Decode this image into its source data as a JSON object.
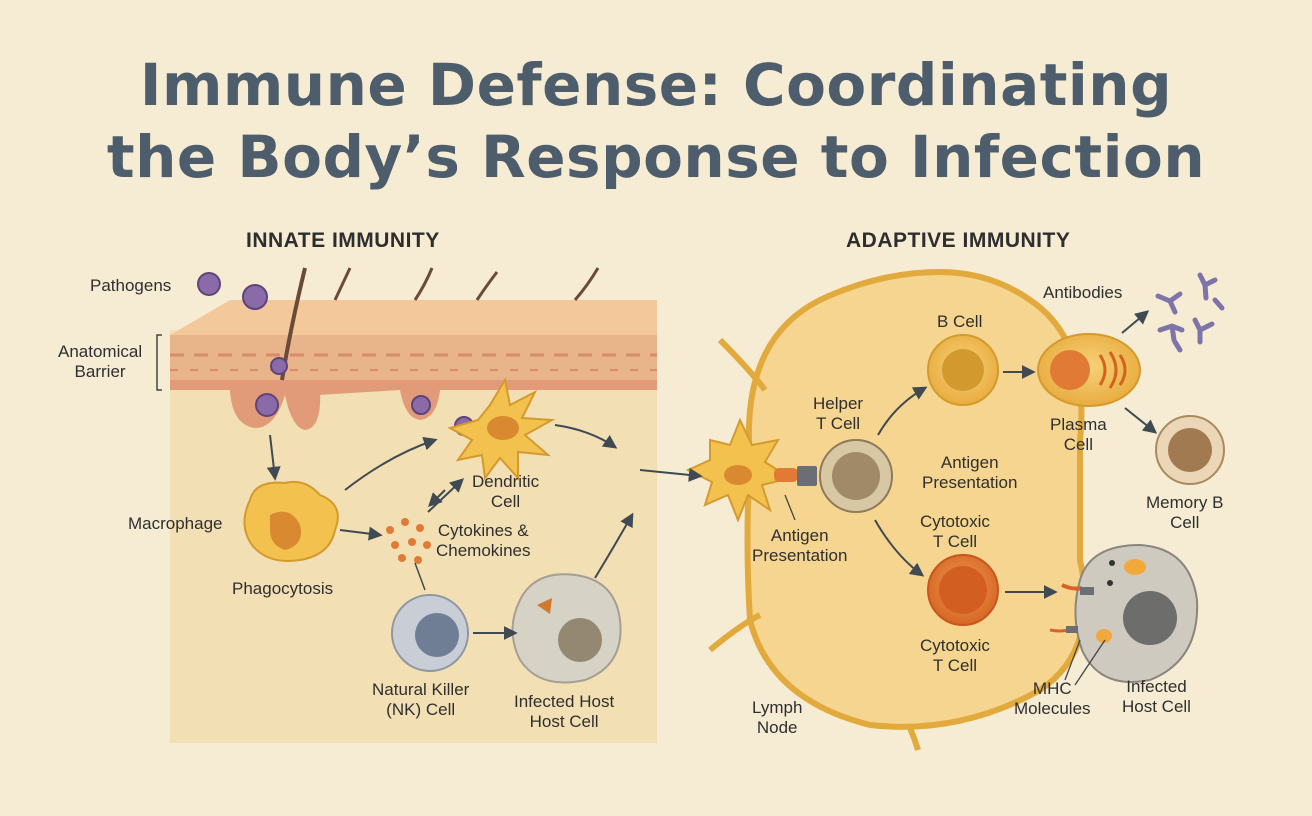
{
  "title": {
    "line1": "Immune Defense: Coordinating",
    "line2": "the Body’s Response to Infection"
  },
  "sections": {
    "innate": "INNATE IMMUNITY",
    "adaptive": "ADAPTIVE IMMUNITY"
  },
  "labels": {
    "pathogens": "Pathogens",
    "anatomical_barrier_1": "Anatomical",
    "anatomical_barrier_2": "Barrier",
    "macrophage": "Macrophage",
    "phagocytosis": "Phagocytosis",
    "dendritic_1": "Dendritic",
    "dendritic_2": "Cell",
    "cytokines_1": "Cytokines &",
    "cytokines_2": "Chemokines",
    "nk_1": "Natural Killer",
    "nk_2": "(NK) Cell",
    "infected_left_1": "Infected Host",
    "infected_left_2": "Host Cell",
    "antigen_pres_left_1": "Antigen",
    "antigen_pres_left_2": "Presentation",
    "helper_1": "Helper",
    "helper_2": "T Cell",
    "b_cell": "B Cell",
    "antibodies": "Antibodies",
    "plasma_1": "Plasma",
    "plasma_2": "Cell",
    "memory_1": "Memory B",
    "memory_2": "Cell",
    "antigen_pres_right_1": "Antigen",
    "antigen_pres_right_2": "Presentation",
    "cytotoxic_top_1": "Cytotoxic",
    "cytotoxic_top_2": "T Cell",
    "cytotoxic_bot_1": "Cytotoxic",
    "cytotoxic_bot_2": "T Cell",
    "mhc_1": "MHC",
    "mhc_2": "Molecules",
    "infected_right_1": "Infected",
    "infected_right_2": "Host Cell",
    "lymph_1": "Lymph",
    "lymph_2": "Node"
  },
  "colors": {
    "background": "#f6ecd4",
    "title": "#4d5d6c",
    "innate_panel": "#f2dfb4",
    "skin": "#e8b48a",
    "cell_yellow": "#f2c14e",
    "cell_orange": "#e07a35",
    "pathogen": "#8a6aa8",
    "arrow": "#3f4a52"
  }
}
